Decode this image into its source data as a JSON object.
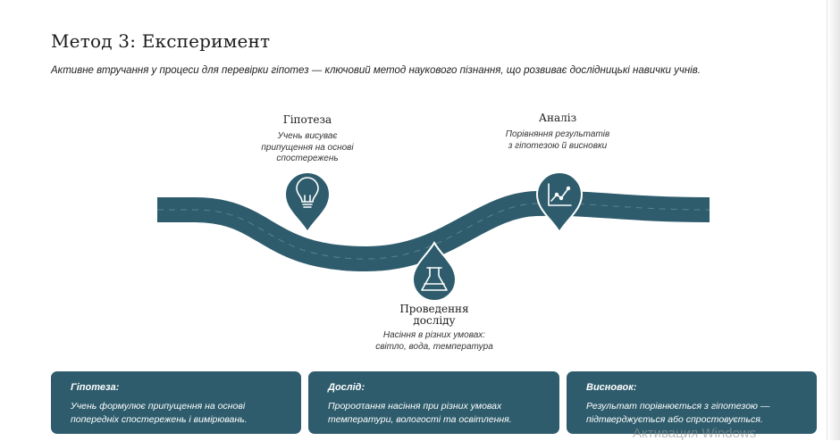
{
  "page": {
    "title": "Метод 3: Експеримент",
    "subtitle": "Активне втручання у процеси для перевірки гіпотез — ключовий метод наукового пізнання, що розвиває дослідницькі навички учнів."
  },
  "colors": {
    "primary": "#2e5c6c",
    "text": "#222222",
    "background": "#ffffff"
  },
  "timeline": [
    {
      "title": "Гіпотеза",
      "description": "Учень висуває припущення на основі спостережень",
      "icon": "lightbulb-icon"
    },
    {
      "title": "Проведення досліду",
      "description": "Насіння в різних умовах: світло, вода, температура",
      "icon": "flask-icon"
    },
    {
      "title": "Аналіз",
      "description": "Порівняння результатів з гіпотезою й висновки",
      "icon": "chart-line-icon"
    }
  ],
  "cards": [
    {
      "title": "Гіпотеза:",
      "text": "Учень формулює припущення на основі попередніх спостережень і вимірювань."
    },
    {
      "title": "Дослід:",
      "text": "Пророστання насіння при різних умовах температури, вологості та освітлення."
    },
    {
      "title": "Висновок:",
      "text": "Результат порівнюється з гіпотезою — підтверджується або спростовується."
    }
  ],
  "watermark": "Активация Windows"
}
